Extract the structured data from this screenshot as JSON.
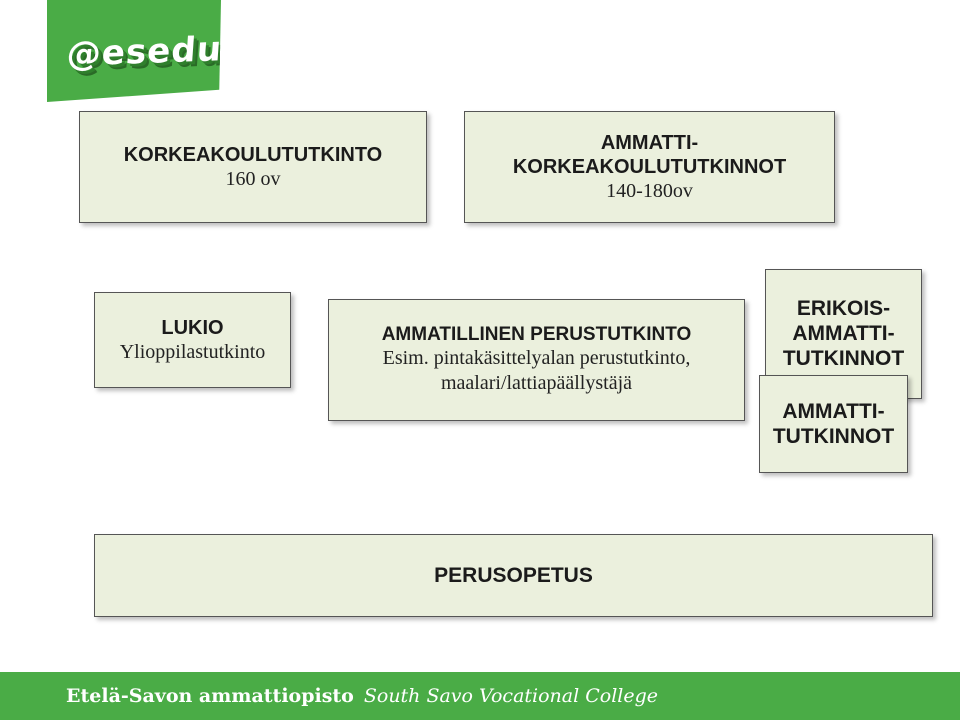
{
  "logo": {
    "text": "@esedu"
  },
  "boxes": {
    "korkea": {
      "title": "KORKEAKOULUTUTKINTO",
      "sub": "160 ov"
    },
    "amk": {
      "title_line1": "AMMATTI-",
      "title_line2": "KORKEAKOULUTUTKINNOT",
      "sub": "140-180ov"
    },
    "lukio": {
      "title": "LUKIO",
      "sub": "Ylioppilastutkinto"
    },
    "perus_amm": {
      "title": "AMMATILLINEN PERUSTUTKINTO",
      "sub_line1": "Esim. pintakäsittelyalan perustutkinto,",
      "sub_line2": "maalari/lattiapäällystäjä"
    },
    "erikois": {
      "line1": "ERIKOIS-",
      "line2": "AMMATTI-",
      "line3": "TUTKINNOT"
    },
    "amm": {
      "line1": "AMMATTI-",
      "line2": "TUTKINNOT"
    },
    "perusopetus": {
      "title": "PERUSOPETUS"
    }
  },
  "footer": {
    "main": "Etelä-Savon ammattiopisto",
    "en": "South Savo Vocational College"
  },
  "colors": {
    "brand_green": "#4aac46",
    "box_fill": "#ebf0dd"
  }
}
